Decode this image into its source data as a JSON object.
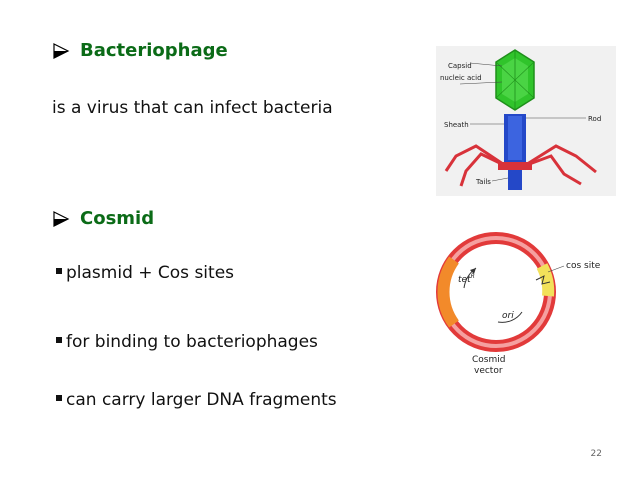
{
  "slide": {
    "heading_1": "Bacteriophage",
    "line_1": "is a virus that can infect bacteria",
    "heading_2": "Cosmid",
    "bullets": [
      "plasmid + Cos sites",
      "for binding to bacteriophages",
      "can carry larger DNA fragments"
    ],
    "page_number": "22"
  },
  "phage_figure": {
    "labels": [
      "Capsid",
      "nucleic acid",
      "Rod",
      "Sheath",
      "Tails"
    ]
  },
  "cosmid_figure": {
    "labels": {
      "cos_site": "cos site",
      "tet": "tet",
      "tet_superscript": "R",
      "ori": "ori",
      "title_line1": "Cosmid",
      "title_line2": "vector"
    }
  },
  "colors": {
    "heading": "#0b6b17",
    "capsid": "#30c42b",
    "sheath": "#2448c8",
    "tails": "#d8323a",
    "ring": "#e23a3a",
    "cos_site": "#f2e15a"
  },
  "icons": [
    "arrow-bullet-icon",
    "square-bullet-icon"
  ]
}
